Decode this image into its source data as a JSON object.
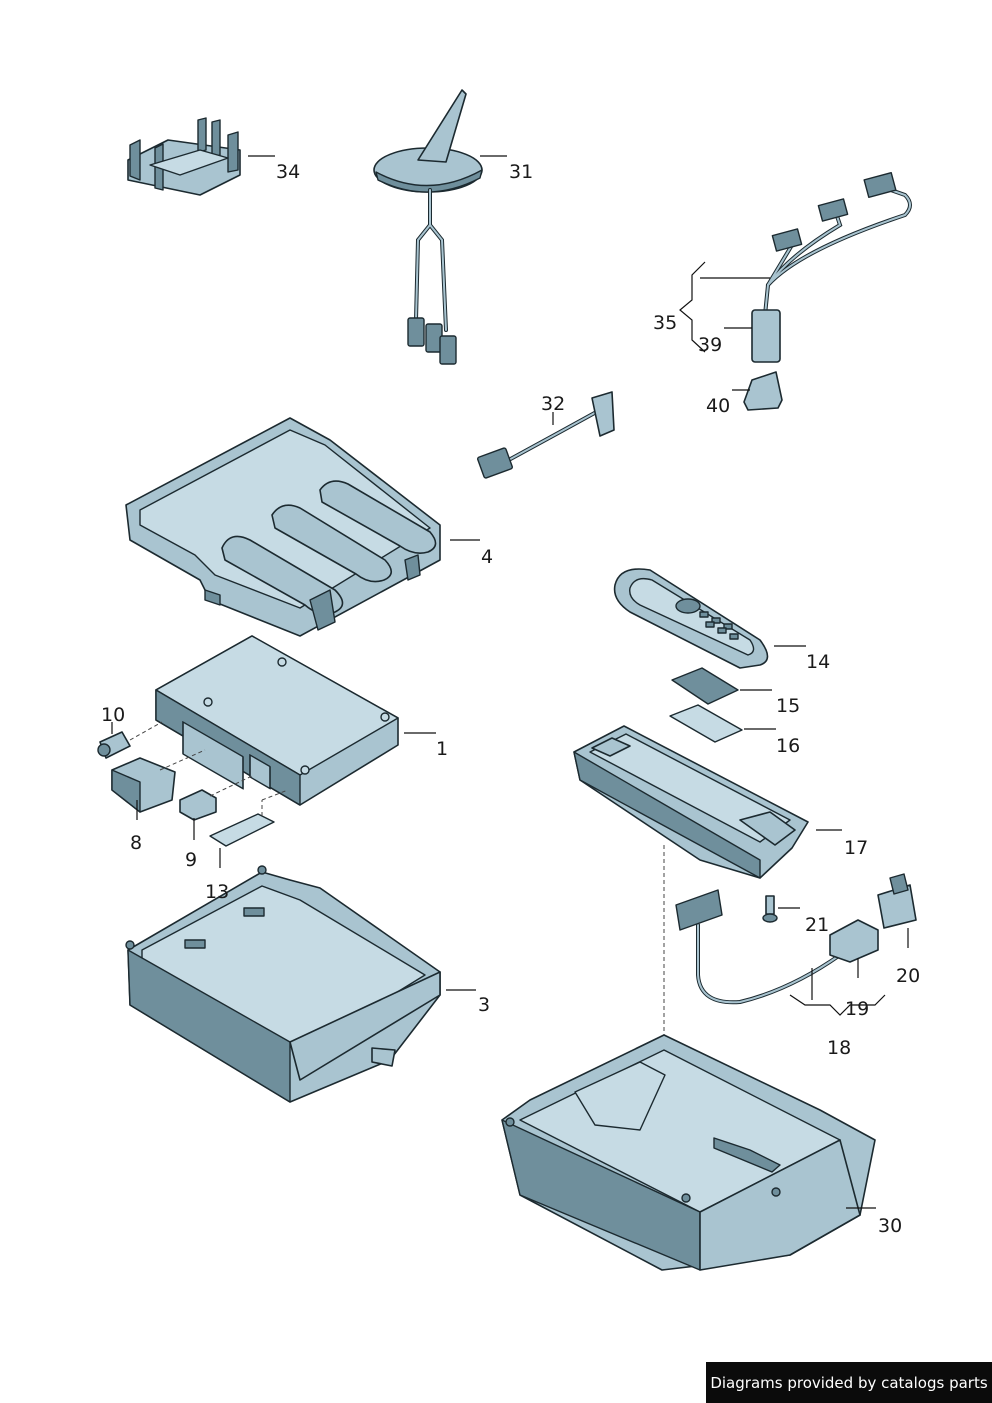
{
  "callouts": {
    "p1": "1",
    "p3": "3",
    "p4": "4",
    "p8": "8",
    "p9": "9",
    "p10": "10",
    "p13": "13",
    "p14": "14",
    "p15": "15",
    "p16": "16",
    "p17": "17",
    "p18": "18",
    "p19": "19",
    "p20": "20",
    "p21": "21",
    "p30": "30",
    "p31": "31",
    "p32": "32",
    "p34": "34",
    "p35": "35",
    "p39": "39",
    "p40": "40"
  },
  "footer": {
    "text": "Diagrams provided by catalogs parts"
  },
  "colors": {
    "part_fill": "#a9c4d0",
    "outline": "#1c2a30",
    "badge_bg": "#0b0b0b"
  }
}
